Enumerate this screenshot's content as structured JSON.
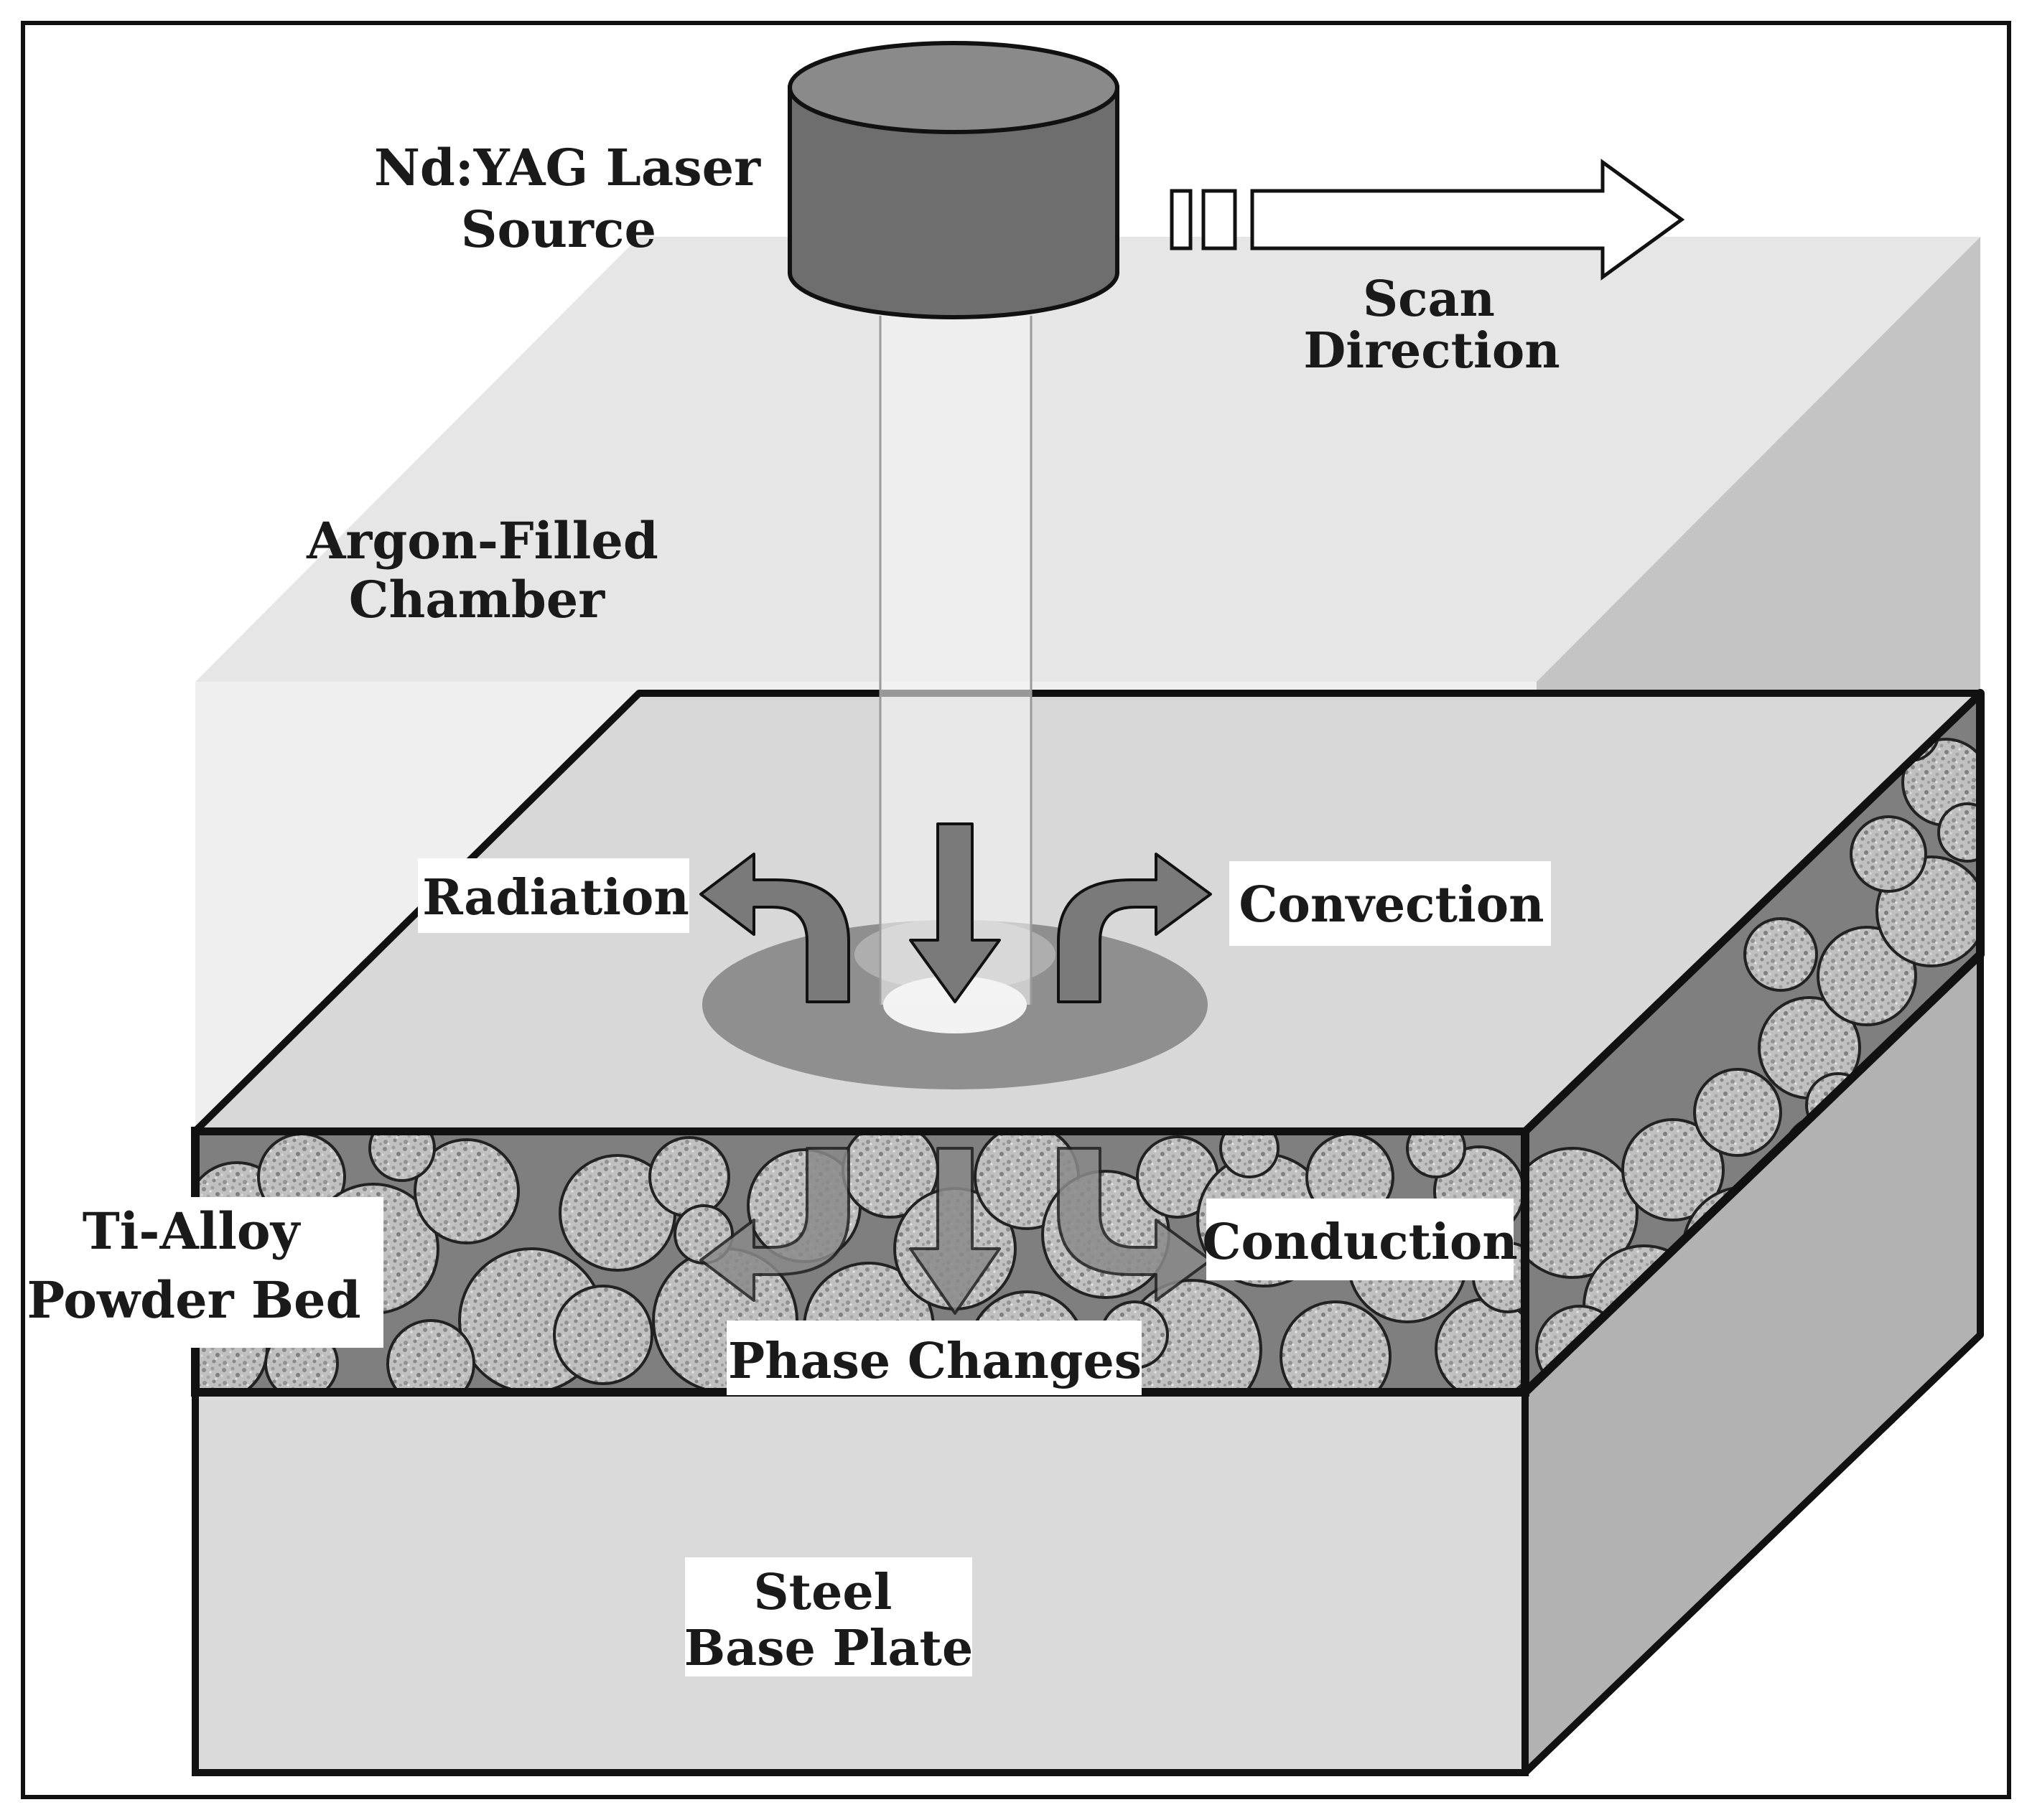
{
  "labels": {
    "laser_line1": "Nd:YAG Laser",
    "laser_line2": "Source",
    "scan_line1": "Scan",
    "scan_line2": "Direction",
    "chamber_line1": "Argon-Filled",
    "chamber_line2": "Chamber",
    "radiation": "Radiation",
    "convection": "Convection",
    "conduction": "Conduction",
    "powder_line1": "Ti-Alloy",
    "powder_line2": "Powder Bed",
    "phase_changes": "Phase Changes",
    "plate_line1": "Steel",
    "plate_line2": "Base Plate"
  },
  "icons": {
    "laser": "cylinder-laser-icon",
    "scan": "hollow-right-arrow-icon",
    "heat_arrows": "curved-arrow-icon"
  },
  "colors": {
    "chamber": "#e6e6e6",
    "chamber_side": "#c4c4c4",
    "bed_top": "#d8d8d8",
    "powder_bg": "#7f7f7f",
    "particle": "#b8b8b8",
    "plate": "#dadada",
    "plate_side": "#b2b2b2",
    "laser_body": "#6e6e6e",
    "arrow_fill": "#7a7a7a",
    "outline": "#111111"
  }
}
